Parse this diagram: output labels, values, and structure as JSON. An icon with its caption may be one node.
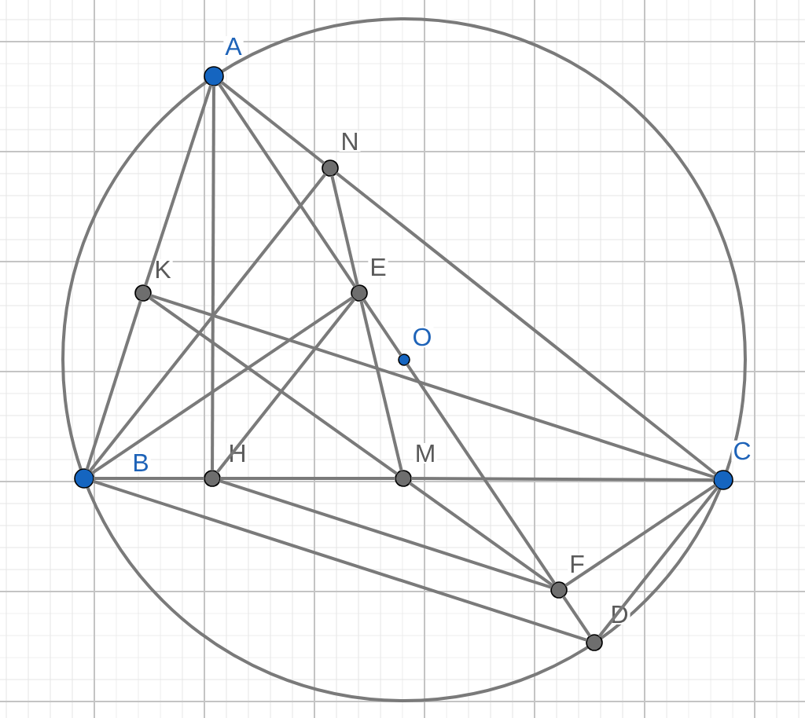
{
  "diagram": {
    "nodes": [
      {
        "text": [
          "A"
        ]
      },
      {
        "text": [
          "N"
        ]
      },
      {
        "text": [
          "K"
        ]
      },
      {
        "text": [
          "E"
        ]
      },
      {
        "text": [
          "O"
        ]
      },
      {
        "text": [
          "B"
        ]
      },
      {
        "text": [
          "H"
        ]
      },
      {
        "text": [
          "M"
        ]
      },
      {
        "text": [
          "C"
        ]
      },
      {
        "text": [
          "F"
        ]
      },
      {
        "text": [
          "D"
        ]
      }
    ],
    "edges": [
      {
        "from": 0,
        "to": 2,
        "arrow": "none"
      },
      {
        "from": 2,
        "to": 5,
        "arrow": "none"
      },
      {
        "from": 0,
        "to": 6,
        "arrow": "none"
      },
      {
        "from": 0,
        "to": 1,
        "arrow": "none"
      },
      {
        "from": 1,
        "to": 8,
        "arrow": "none"
      },
      {
        "from": 0,
        "to": 3,
        "arrow": "none"
      },
      {
        "from": 3,
        "to": 4,
        "arrow": "none"
      },
      {
        "from": 4,
        "to": 9,
        "arrow": "none"
      },
      {
        "from": 9,
        "to": 10,
        "arrow": "none"
      },
      {
        "from": 1,
        "to": 5,
        "arrow": "none"
      },
      {
        "from": 1,
        "to": 3,
        "arrow": "none"
      },
      {
        "from": 3,
        "to": 7,
        "arrow": "none"
      },
      {
        "from": 2,
        "to": 7,
        "arrow": "none"
      },
      {
        "from": 7,
        "to": 9,
        "arrow": "none"
      },
      {
        "from": 2,
        "to": 8,
        "arrow": "none"
      },
      {
        "from": 3,
        "to": 5,
        "arrow": "none"
      },
      {
        "from": 3,
        "to": 6,
        "arrow": "none"
      },
      {
        "from": 5,
        "to": 6,
        "arrow": "none"
      },
      {
        "from": 6,
        "to": 7,
        "arrow": "none"
      },
      {
        "from": 7,
        "to": 8,
        "arrow": "none"
      },
      {
        "from": 6,
        "to": 9,
        "arrow": "none"
      },
      {
        "from": 5,
        "to": 10,
        "arrow": "none"
      },
      {
        "from": 9,
        "to": 8,
        "arrow": "none"
      },
      {
        "from": 10,
        "to": 8,
        "arrow": "none"
      }
    ]
  }
}
